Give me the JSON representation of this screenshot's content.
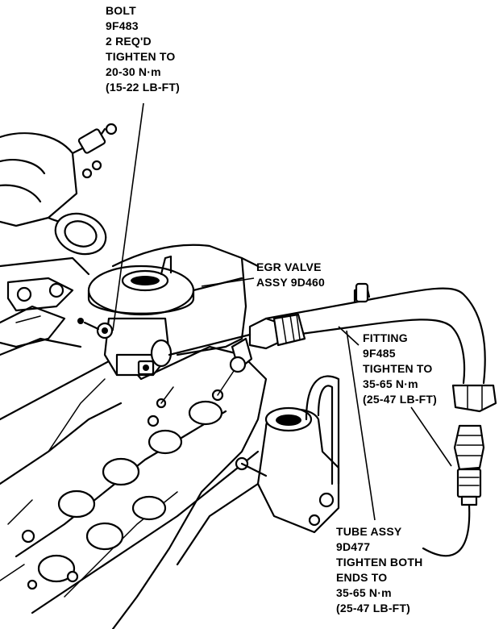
{
  "callouts": {
    "bolt": {
      "lines": [
        "BOLT",
        "9F483",
        "2 REQ'D",
        "TIGHTEN TO",
        "20-30 N·m",
        "(15-22 LB-FT)"
      ]
    },
    "egr_valve": {
      "lines": [
        "EGR VALVE",
        "ASSY 9D460"
      ]
    },
    "fitting": {
      "lines": [
        "FITTING",
        "9F485",
        "TIGHTEN TO",
        "35-65 N·m",
        "(25-47 LB-FT)"
      ]
    },
    "tube": {
      "lines": [
        "TUBE ASSY",
        "9D477",
        "TIGHTEN BOTH",
        "ENDS TO",
        "35-65 N·m",
        "(25-47 LB-FT)"
      ]
    }
  },
  "colors": {
    "ink": "#000000",
    "paper": "#ffffff"
  }
}
